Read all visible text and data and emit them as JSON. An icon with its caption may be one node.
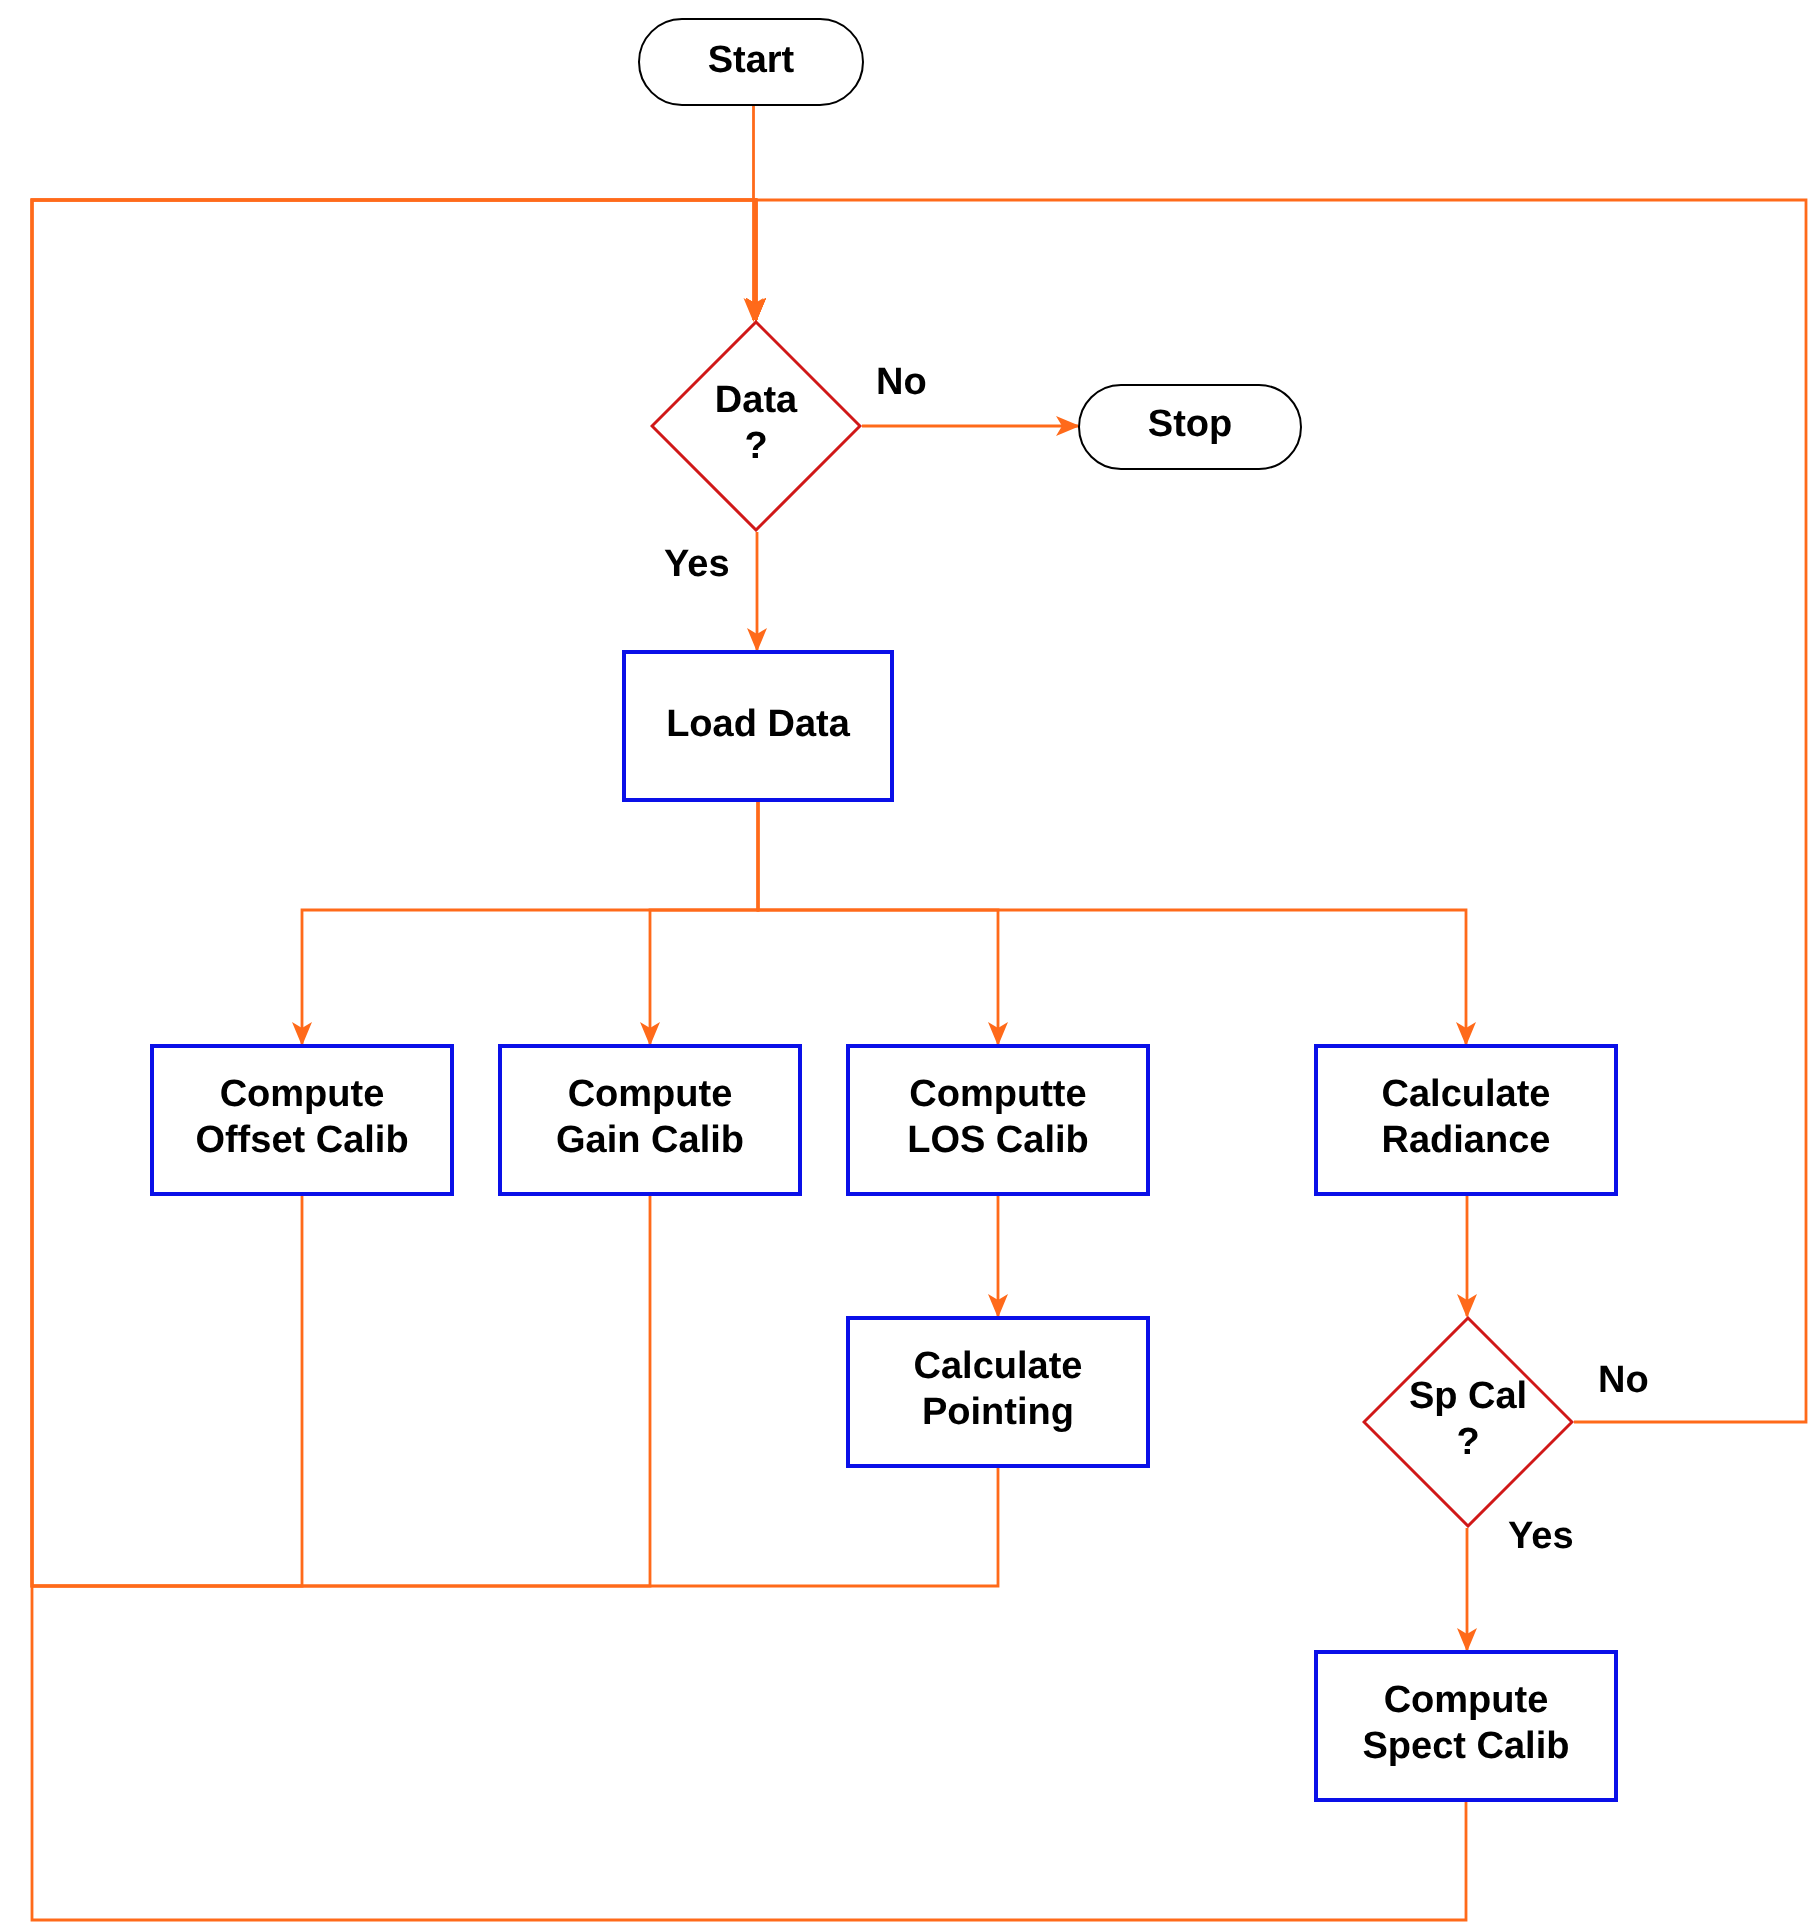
{
  "diagram": {
    "nodes": [
      {
        "text": [
          "Start"
        ]
      },
      {
        "text": [
          "Data ?"
        ]
      },
      {
        "text": [
          "Stop"
        ]
      },
      {
        "text": [
          "Load Data"
        ]
      },
      {
        "text": [
          "Compute Offset Calib"
        ]
      },
      {
        "text": [
          "Compute Gain Calib"
        ]
      },
      {
        "text": [
          "Computte LOS Calib"
        ]
      },
      {
        "text": [
          "Calculate Radiance"
        ]
      },
      {
        "text": [
          "Calculate Pointing"
        ]
      },
      {
        "text": [
          "Sp Cal ?"
        ]
      },
      {
        "text": [
          "Compute Spect Calib"
        ]
      }
    ],
    "edges": [
      {
        "from": 0,
        "to": 1,
        "arrow": "to"
      },
      {
        "from": 1,
        "to": 2,
        "arrow": "to",
        "label": "No"
      },
      {
        "from": 1,
        "to": 3,
        "arrow": "to",
        "label": "Yes"
      },
      {
        "from": 3,
        "to": 4,
        "arrow": "to"
      },
      {
        "from": 3,
        "to": 5,
        "arrow": "to"
      },
      {
        "from": 3,
        "to": 6,
        "arrow": "to"
      },
      {
        "from": 3,
        "to": 7,
        "arrow": "to"
      },
      {
        "from": 6,
        "to": 8,
        "arrow": "to"
      },
      {
        "from": 7,
        "to": 9,
        "arrow": "to"
      },
      {
        "from": 9,
        "to": 10,
        "arrow": "to",
        "label": "Yes"
      },
      {
        "from": 9,
        "to": 1,
        "arrow": "to",
        "label": "No"
      },
      {
        "from": 4,
        "to": 1,
        "arrow": "to"
      },
      {
        "from": 5,
        "to": 1,
        "arrow": "to"
      },
      {
        "from": 8,
        "to": 1,
        "arrow": "to"
      },
      {
        "from": 10,
        "to": 1,
        "arrow": "to"
      }
    ]
  }
}
